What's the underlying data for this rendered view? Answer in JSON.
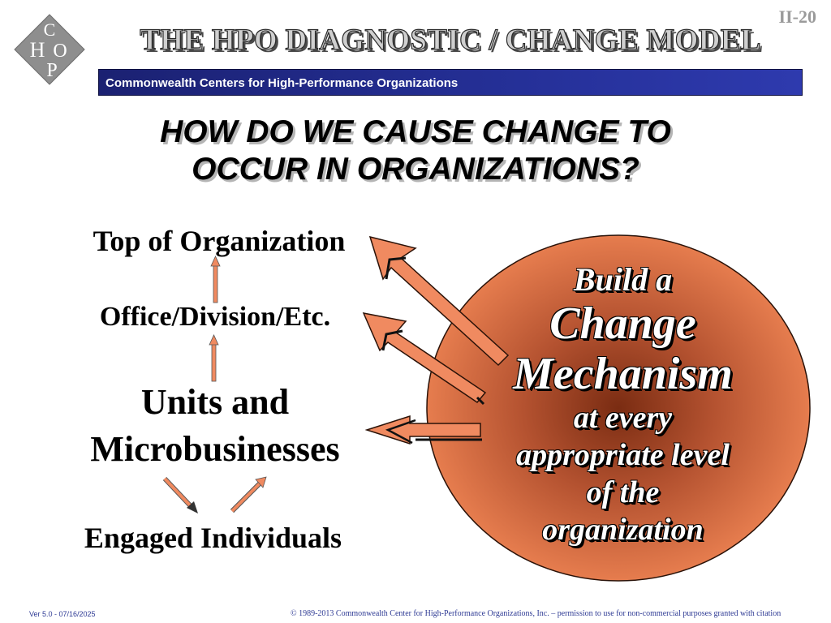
{
  "header": {
    "logo_letters": [
      "C",
      "H",
      "P",
      "O"
    ],
    "page_number": "II-20",
    "title": "THE HPO DIAGNOSTIC / CHANGE MODEL",
    "banner": "Commonwealth Centers for High-Performance Organizations"
  },
  "main": {
    "question_line1": "HOW DO WE CAUSE CHANGE TO",
    "question_line2": "OCCUR IN ORGANIZATIONS?",
    "levels": {
      "top": "Top of Organization",
      "office": "Office/Division/Etc.",
      "units_line1": "Units and",
      "units_line2": "Microbusinesses",
      "individuals": "Engaged Individuals"
    },
    "oval": {
      "line1": "Build a",
      "line2": "Change",
      "line3": "Mechanism",
      "line4": "at every",
      "line5": "appropriate level",
      "line6": "of the",
      "line7": "organization"
    }
  },
  "footer": {
    "version": "Ver 5.0 - 07/16/2025",
    "copyright": "© 1989-2013 Commonwealth Center for High-Performance Organizations, Inc. – permission to use for non-commercial purposes granted with citation"
  },
  "colors": {
    "oval_center": "#7a2c12",
    "oval_edge": "#f08554",
    "arrow_fill": "#f08a60",
    "banner_blue": "#253098",
    "footer_blue": "#2e3a94"
  }
}
